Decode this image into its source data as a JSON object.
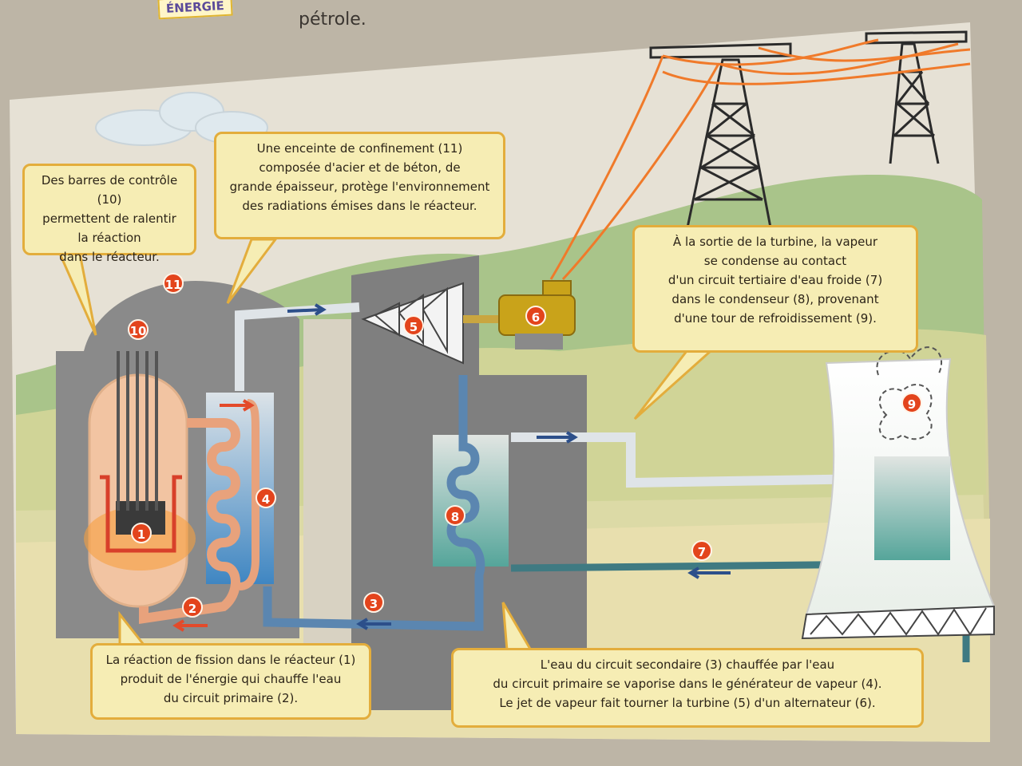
{
  "header": {
    "tag": "ÉNERGIE",
    "text": "pétrole."
  },
  "callouts": {
    "control_rods": "Des barres de contrôle (10)\npermettent de ralentir\nla réaction\ndans le réacteur.",
    "containment": "Une enceinte de confinement (11)\ncomposée d'acier et de béton, de\ngrande épaisseur, protège l'environnement\ndes radiations émises dans le réacteur.",
    "condenser": "À la sortie de la turbine, la vapeur\nse condense au contact\nd'un circuit tertiaire d'eau froide (7)\ndans le condenseur (8), provenant\nd'une tour de refroidissement (9).",
    "fission": "La réaction de fission dans le réacteur (1)\nproduit de l'énergie qui chauffe l'eau\ndu circuit primaire (2).",
    "secondary": "L'eau du circuit secondaire (3) chauffée par l'eau\ndu circuit primaire se vaporise dans le générateur de vapeur (4).\nLe jet de vapeur fait tourner la turbine (5) d'un alternateur (6)."
  },
  "badges": [
    "1",
    "2",
    "3",
    "4",
    "5",
    "6",
    "7",
    "8",
    "9",
    "10",
    "11"
  ],
  "colors": {
    "hot_circuit": "#e8a27c",
    "cold_circuit": "#3f7a82",
    "steam_pipe": "#dfe4e8",
    "concrete": "#868686",
    "callout_border": "#e3ad3c",
    "callout_fill": "#f6edb4",
    "badge": "#e3441c",
    "power_lines": "#f07a2a"
  }
}
